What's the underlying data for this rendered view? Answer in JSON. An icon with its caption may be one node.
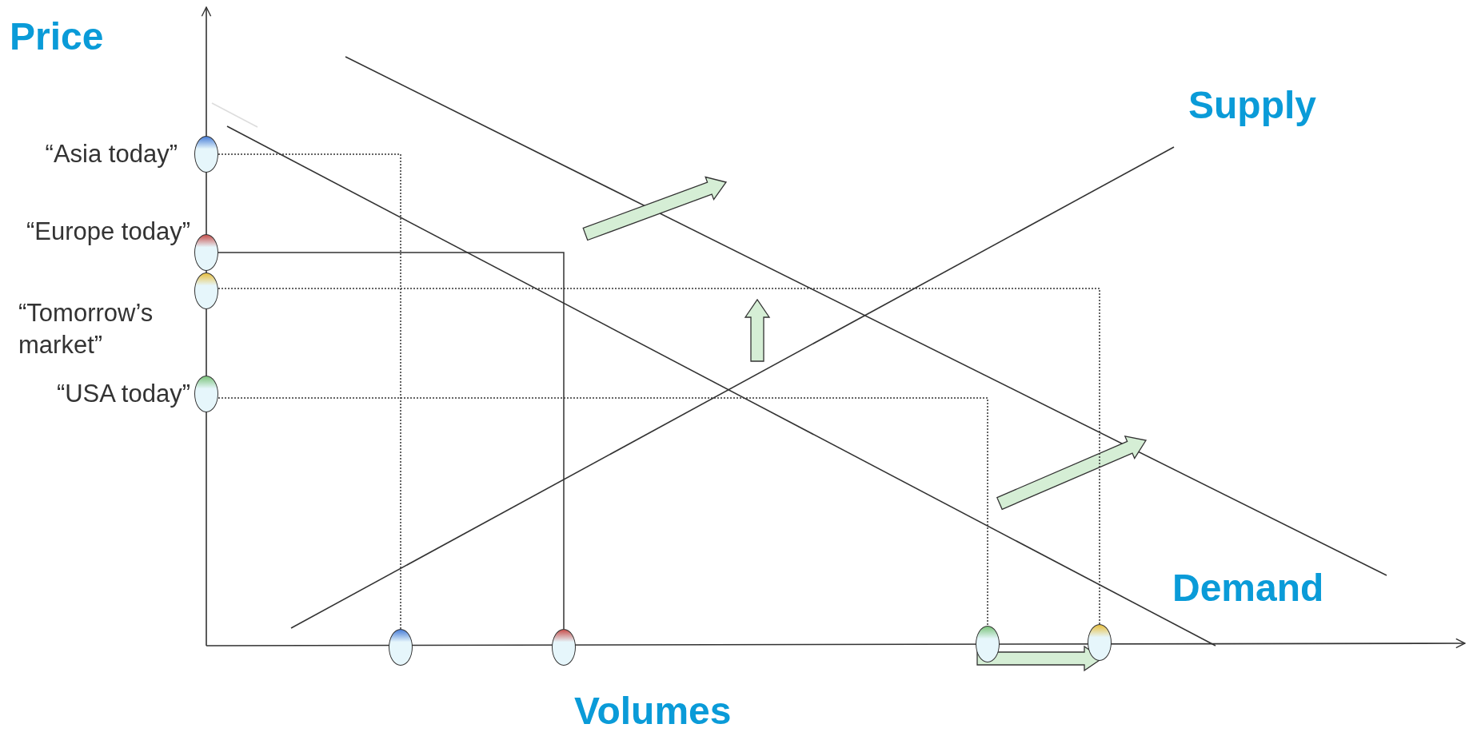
{
  "diagram": {
    "nodes": [
      {
        "text": [],
        "shape": "ellipse",
        "beside": [
          "“Asia today”"
        ]
      },
      {
        "text": [],
        "shape": "ellipse",
        "beside": [
          "“Europe today”"
        ]
      },
      {
        "text": [],
        "shape": "ellipse",
        "beside": [
          "“Tomorrow’s market”"
        ]
      },
      {
        "text": [],
        "shape": "ellipse",
        "beside": [
          "“USA today”"
        ]
      },
      {
        "text": [],
        "shape": "ellipse"
      },
      {
        "text": [],
        "shape": "ellipse"
      },
      {
        "text": [],
        "shape": "ellipse"
      },
      {
        "text": [],
        "shape": "ellipse"
      }
    ],
    "edges": [
      {
        "from": 0,
        "to": 4,
        "arrow": "none",
        "style": "dashed"
      },
      {
        "from": 1,
        "to": 5,
        "arrow": "none"
      },
      {
        "from": 2,
        "to": 7,
        "arrow": "none",
        "style": "dashed"
      },
      {
        "from": 3,
        "to": 6,
        "arrow": "none",
        "style": "dashed"
      }
    ],
    "labels": [
      "Price",
      "Supply",
      "Demand",
      "Volumes"
    ]
  }
}
